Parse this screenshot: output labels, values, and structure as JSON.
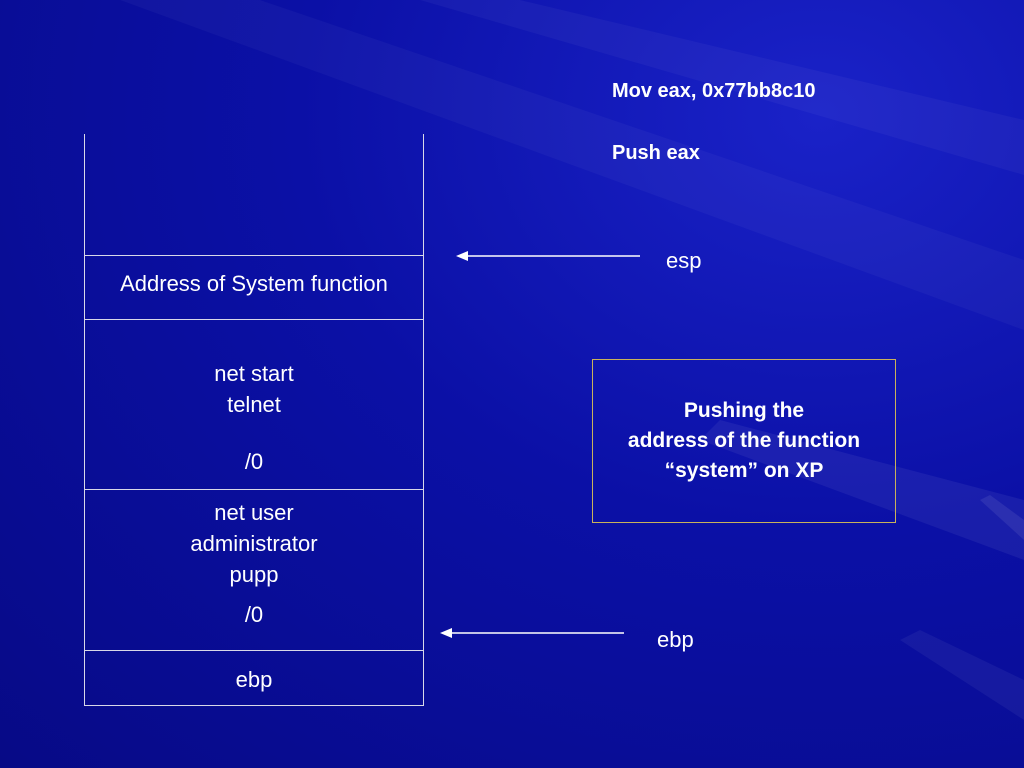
{
  "code": {
    "line1": "Mov eax, 0x77bb8c10",
    "line2": "Push eax"
  },
  "stack": {
    "cells": [
      {
        "lines": []
      },
      {
        "lines": [
          "Address of System function"
        ]
      },
      {
        "lines": [
          "net start",
          "telnet",
          "/0"
        ]
      },
      {
        "lines": [
          "net user",
          "administrator",
          "pupp",
          "/0"
        ]
      },
      {
        "lines": [
          "ebp"
        ]
      }
    ]
  },
  "pointers": {
    "esp_label": "esp",
    "ebp_label": "ebp"
  },
  "note": {
    "text": "Pushing the\naddress of the function\n“system” on XP",
    "border_color": "#c9b25a"
  },
  "colors": {
    "background": "#0b10a6",
    "text": "#ffffff",
    "lines": "#d8d8e8"
  }
}
